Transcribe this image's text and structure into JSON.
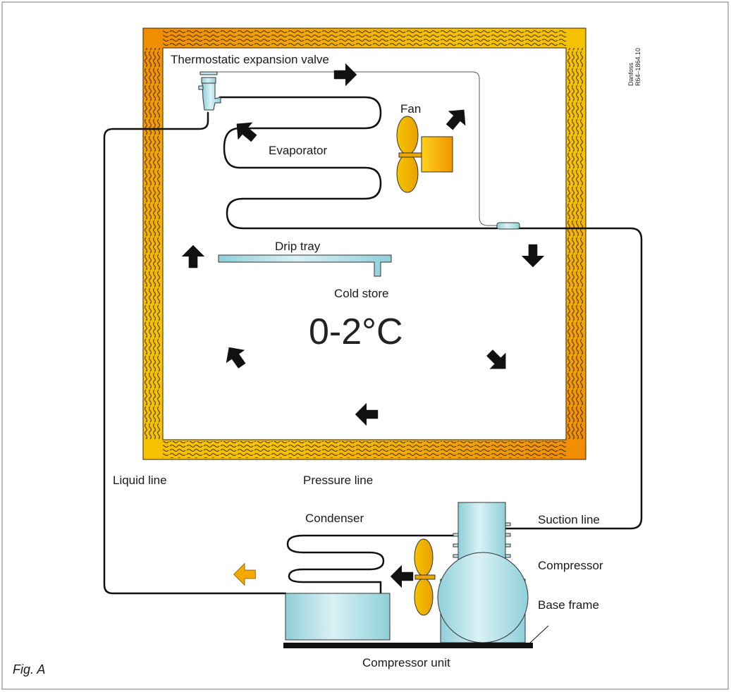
{
  "figure": {
    "caption": "Fig. A",
    "reference": [
      "Danfoss",
      "R64–1864.10"
    ]
  },
  "labels": {
    "expansion_valve": "Thermostatic expansion valve",
    "fan": "Fan",
    "evaporator": "Evaporator",
    "drip_tray": "Drip tray",
    "cold_store": "Cold store",
    "temperature": "0-2°C",
    "liquid_line": "Liquid line",
    "pressure_line": "Pressure line",
    "condenser": "Condenser",
    "suction_line": "Suction line",
    "compressor": "Compressor",
    "base_frame": "Base frame",
    "compressor_unit": "Compressor unit"
  },
  "colors": {
    "insulation_outer": "#f4c400",
    "insulation_inner": "#f08a00",
    "component_fill": "#a8dde6",
    "fan_fill": "#f3b100",
    "arrow_dark": "#111111",
    "arrow_warm": "#f5a800",
    "pipe": "#111111"
  }
}
